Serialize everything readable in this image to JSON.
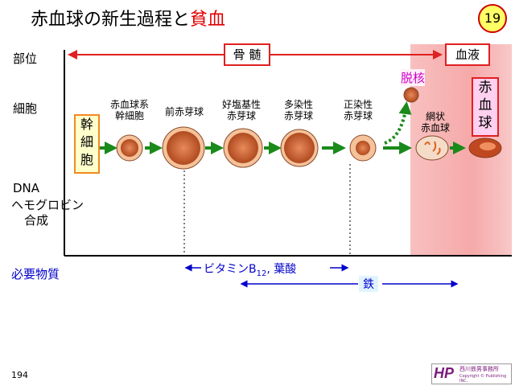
{
  "title": {
    "main": "赤血球の新生過程と",
    "highlight": "貧血"
  },
  "slide_number": "19",
  "page_number": "194",
  "row_labels": {
    "site": "部位",
    "cell": "細胞",
    "dna": "DNA",
    "hb1": "ヘモグロビン",
    "hb2": "合成",
    "required": "必要物質"
  },
  "sites": {
    "marrow": "骨 髄",
    "blood": "血液"
  },
  "cells": [
    {
      "l1": "赤血球系",
      "l2": "幹細胞"
    },
    {
      "l1": "前赤芽球",
      "l2": ""
    },
    {
      "l1": "好塩基性",
      "l2": "赤芽球"
    },
    {
      "l1": "多染性",
      "l2": "赤芽球"
    },
    {
      "l1": "正染性",
      "l2": "赤芽球"
    },
    {
      "l1": "網状",
      "l2": "赤血球"
    }
  ],
  "stem_cell": [
    "幹",
    "細",
    "胞"
  ],
  "rbc": [
    "赤",
    "血",
    "球"
  ],
  "enucleation": "脱核",
  "nutrients": {
    "b12": "ビタミンB",
    "b12_sub": "12",
    "folate": ", 葉酸",
    "iron": "鉄"
  },
  "logo": {
    "text": "HP",
    "caption": "西川鉄男事務所",
    "copyright": "Copyright © Publishing INC."
  },
  "colors": {
    "arrow": "#1a8a1a",
    "red": "#e02020",
    "blue": "#0000cc",
    "pink": "#f6a9a9"
  }
}
